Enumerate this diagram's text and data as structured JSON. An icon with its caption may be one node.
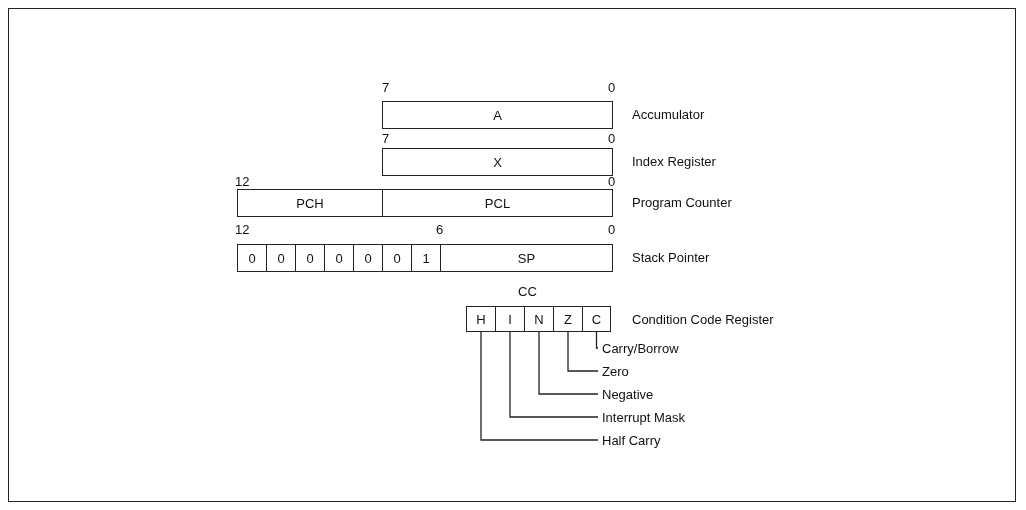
{
  "diagram": {
    "nodes": [
      {
        "text": [
          "A"
        ],
        "beside": [
          "Accumulator"
        ]
      },
      {
        "text": [
          "X"
        ],
        "beside": [
          "Index Register"
        ]
      },
      {
        "text": [
          "PCH"
        ]
      },
      {
        "text": [
          "PCL"
        ],
        "beside": [
          "Program Counter"
        ]
      },
      {
        "text": [
          "0"
        ]
      },
      {
        "text": [
          "0"
        ]
      },
      {
        "text": [
          "0"
        ]
      },
      {
        "text": [
          "0"
        ]
      },
      {
        "text": [
          "0"
        ]
      },
      {
        "text": [
          "0"
        ]
      },
      {
        "text": [
          "1"
        ]
      },
      {
        "text": [
          "SP"
        ],
        "beside": [
          "Stack Pointer"
        ]
      },
      {
        "text": [
          "H"
        ]
      },
      {
        "text": [
          "I"
        ]
      },
      {
        "text": [
          "N"
        ]
      },
      {
        "text": [
          "Z"
        ]
      },
      {
        "text": [
          "C"
        ],
        "beside": [
          "Condition Code Register"
        ]
      },
      {
        "text": [
          "Carry/Borrow"
        ]
      },
      {
        "text": [
          "Zero"
        ]
      },
      {
        "text": [
          "Negative"
        ]
      },
      {
        "text": [
          "Interrupt Mask"
        ]
      },
      {
        "text": [
          "Half Carry"
        ]
      }
    ],
    "edges": [
      {
        "from": 16,
        "to": 17,
        "arrow": "none"
      },
      {
        "from": 15,
        "to": 18,
        "arrow": "none"
      },
      {
        "from": 14,
        "to": 19,
        "arrow": "none"
      },
      {
        "from": 13,
        "to": 20,
        "arrow": "none"
      },
      {
        "from": 12,
        "to": 21,
        "arrow": "none"
      }
    ],
    "labels": [
      "7",
      "0",
      "7",
      "0",
      "12",
      "0",
      "12",
      "6",
      "0",
      "CC"
    ]
  }
}
